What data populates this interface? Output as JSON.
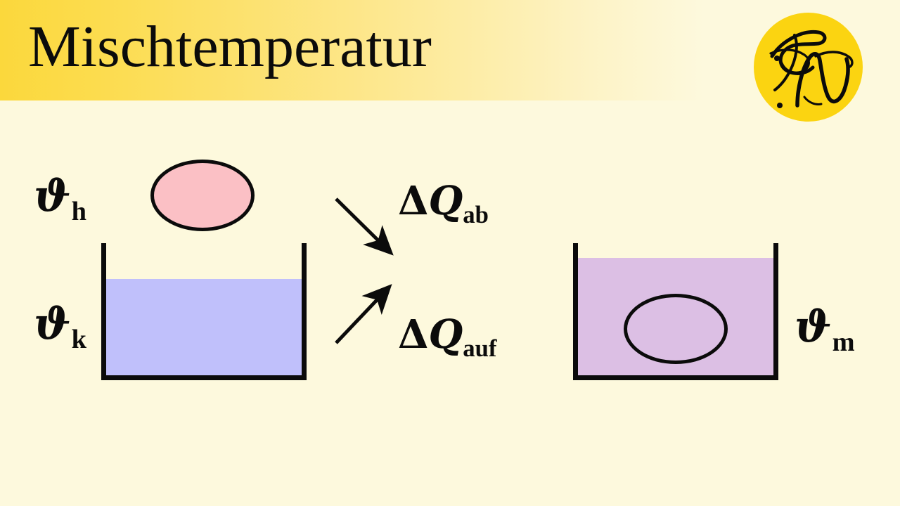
{
  "slide": {
    "background_color": "#FDF9DD",
    "title": "Mischtemperatur",
    "banner": {
      "gradient_from": "#FBD83C",
      "gradient_to": "#FDF9DD"
    }
  },
  "logo": {
    "name": "EN monogram",
    "letters": "EN",
    "circle_color": "#FBD411",
    "ink_color": "#0B0B0B"
  },
  "diagram": {
    "hot_body": {
      "label_symbol": "ϑ",
      "label_subscript": "h",
      "fill_color": "#FBC0C5",
      "stroke_color": "#0B0B0B"
    },
    "cold_liquid": {
      "label_symbol": "ϑ",
      "label_subscript": "k",
      "fill_color": "#C0C0FB",
      "stroke_color": "#0B0B0B"
    },
    "mixture": {
      "label_symbol": "ϑ",
      "label_subscript": "m",
      "fill_color": "#DCBFE4",
      "body_fill_color": "#DCBFE4",
      "stroke_color": "#0B0B0B"
    },
    "heat_released": {
      "delta": "Δ",
      "symbol": "Q",
      "subscript": "ab",
      "arrow_direction": "down-right"
    },
    "heat_absorbed": {
      "delta": "Δ",
      "symbol": "Q",
      "subscript": "auf",
      "arrow_direction": "up-right"
    }
  }
}
